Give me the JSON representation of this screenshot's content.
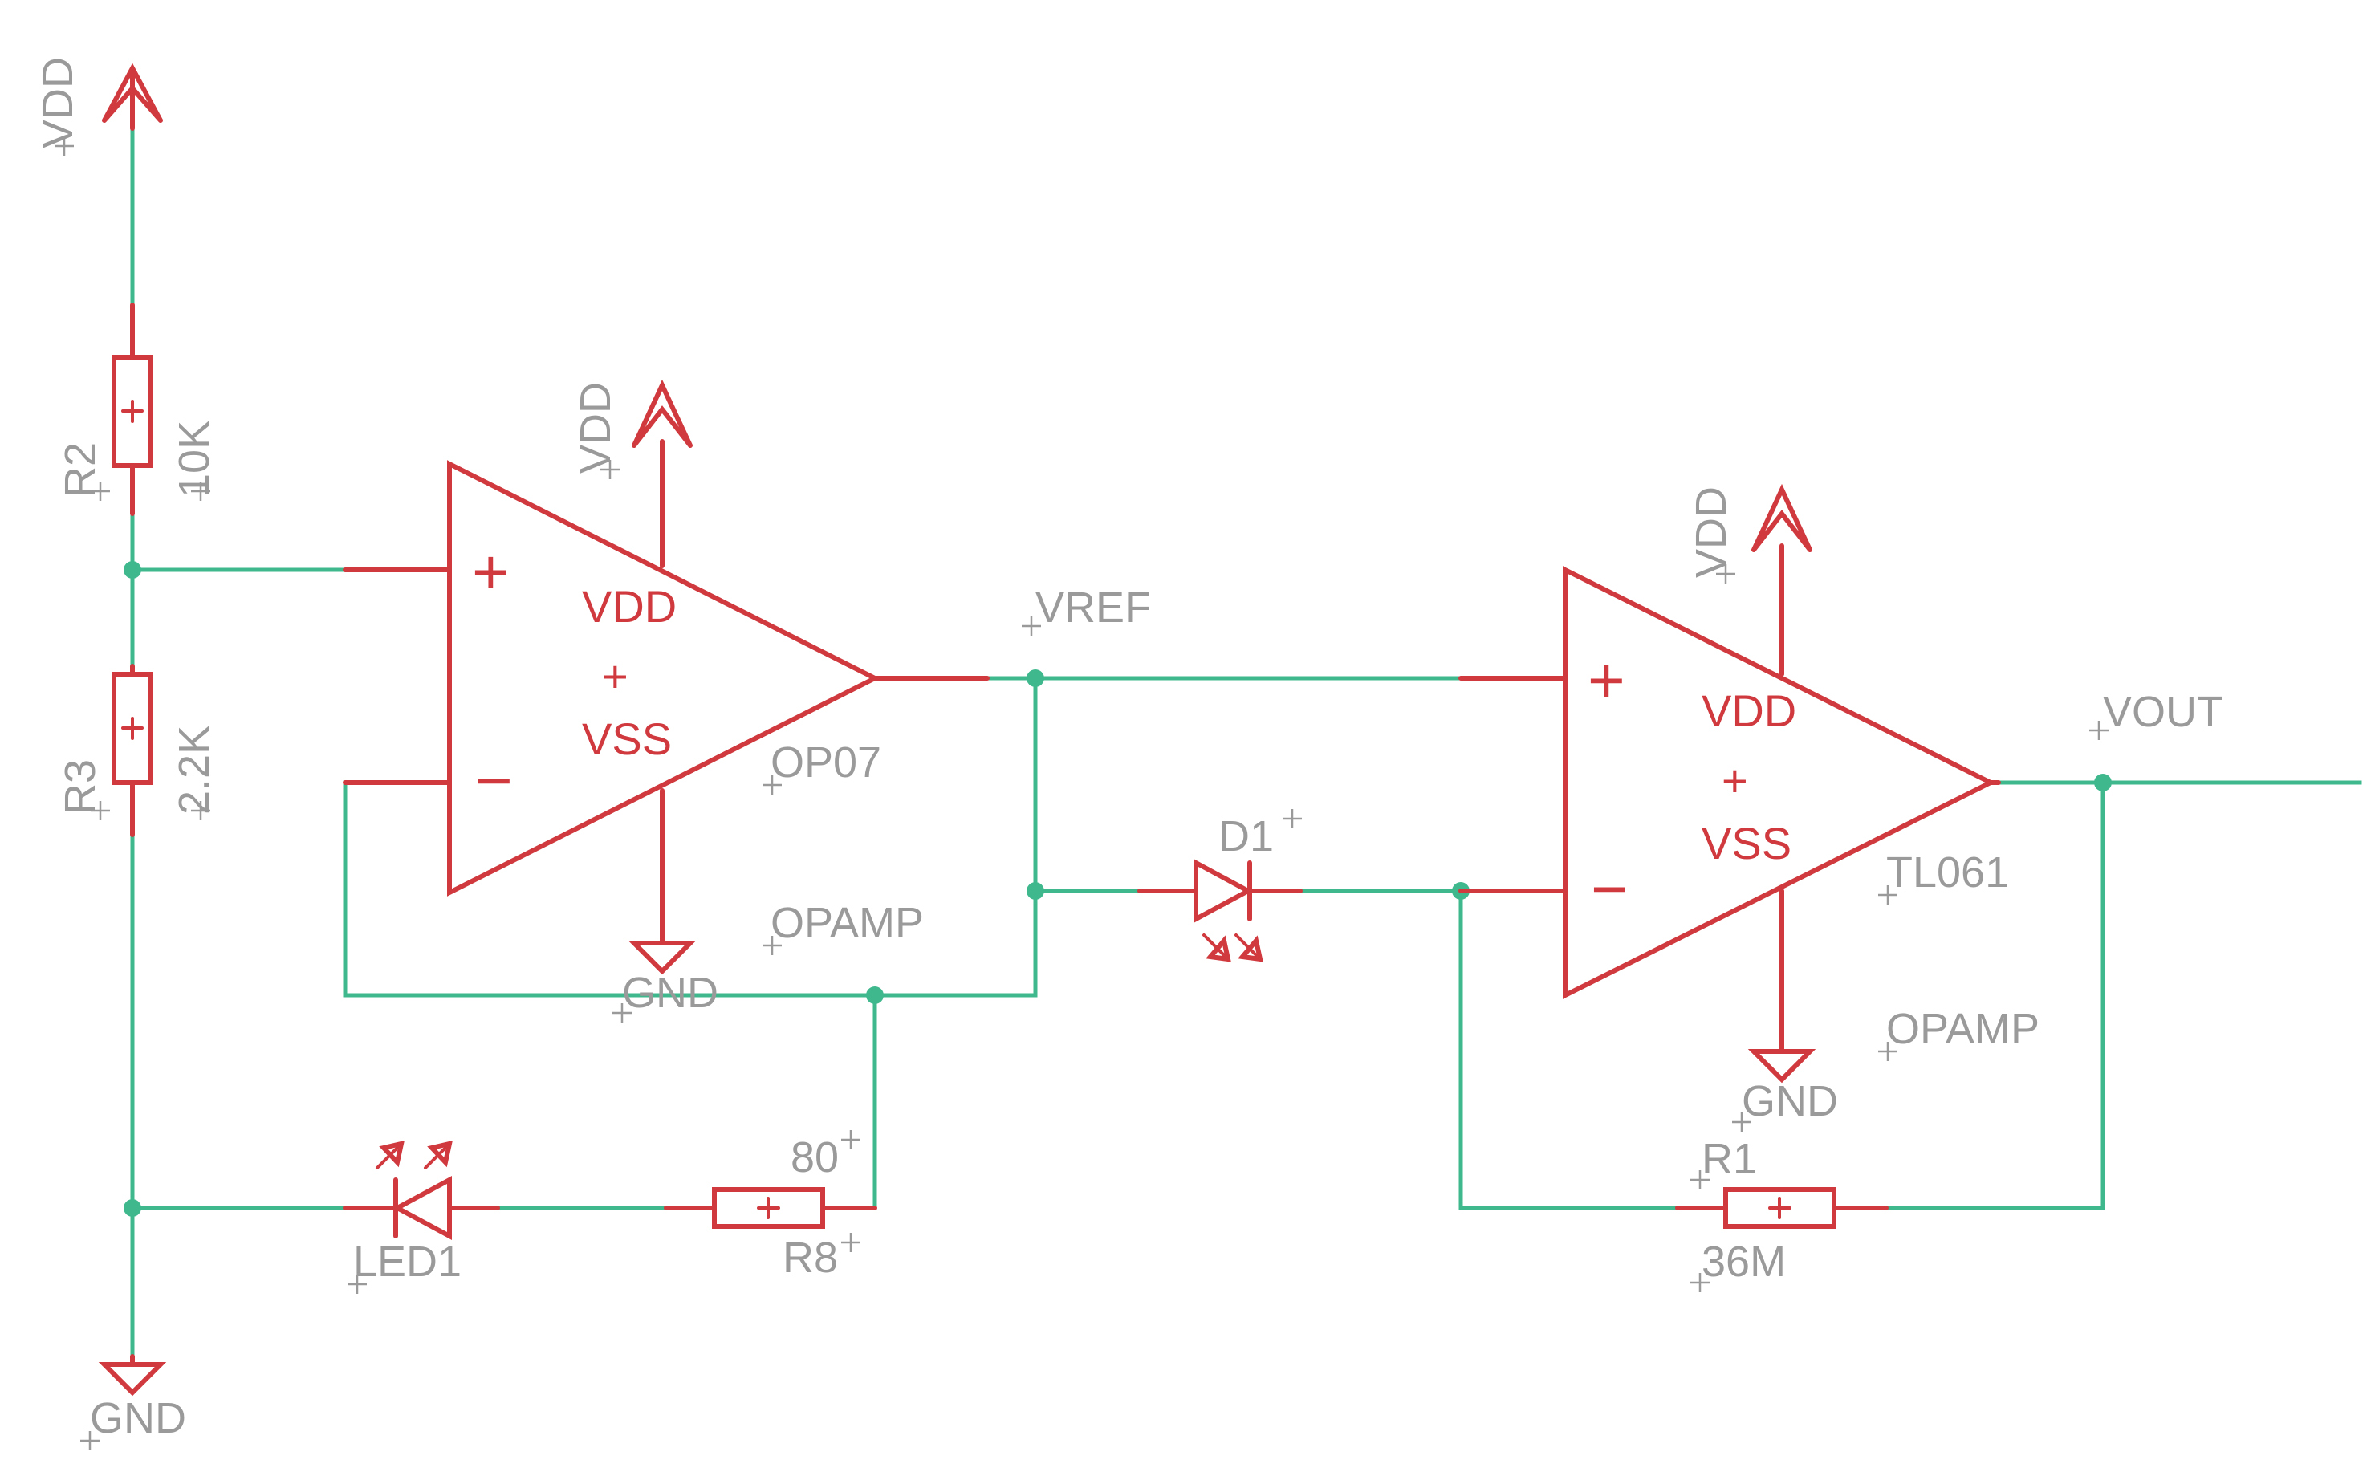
{
  "supplies": {
    "vdd": "VDD",
    "gnd": "GND"
  },
  "resistors": {
    "r2": {
      "name": "R2",
      "value": "10K"
    },
    "r3": {
      "name": "R3",
      "value": "2.2K"
    },
    "r8": {
      "name": "R8",
      "value": "80"
    },
    "r1": {
      "name": "R1",
      "value": "36M"
    }
  },
  "diodes": {
    "led1": {
      "name": "LED1"
    },
    "d1": {
      "name": "D1"
    }
  },
  "opamps": {
    "u1": {
      "name": "OP07",
      "value": "OPAMP",
      "pin_vdd": "VDD",
      "pin_vss": "VSS",
      "pin_plus": "+",
      "pin_minus": "−",
      "pin_mark": "+"
    },
    "u2": {
      "name": "TL061",
      "value": "OPAMP",
      "pin_vdd": "VDD",
      "pin_vss": "VSS",
      "pin_plus": "+",
      "pin_minus": "−",
      "pin_mark": "+"
    }
  },
  "nets": {
    "vref": "VREF",
    "vout": "VOUT"
  },
  "colors": {
    "wire": "#3fb88e",
    "symbol": "#d0393e",
    "label": "#9a9a9a",
    "background": "#ffffff"
  }
}
